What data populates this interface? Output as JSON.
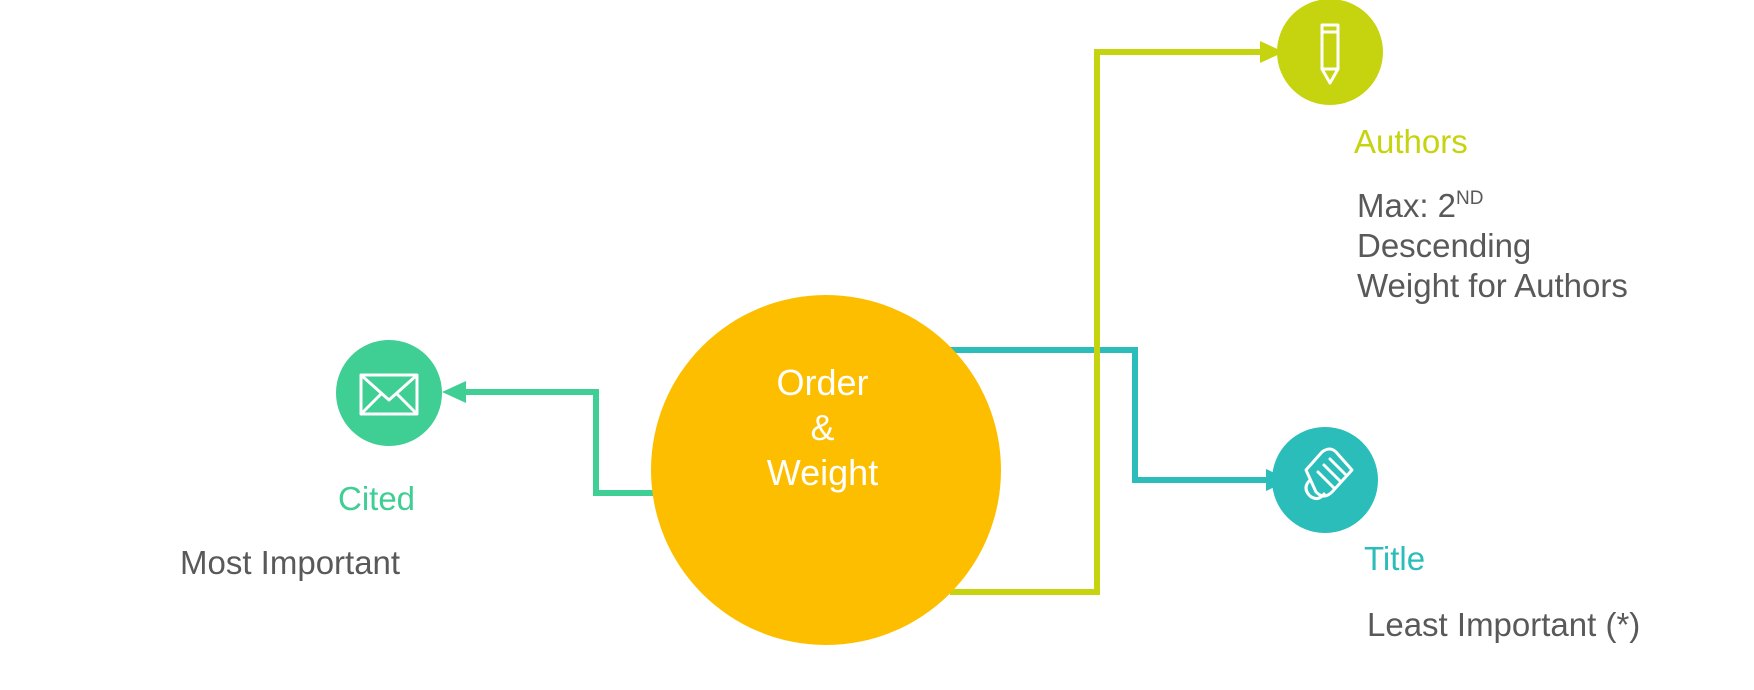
{
  "colors": {
    "center": "#FDBE00",
    "cited": "#3FCE93",
    "authors": "#C6D40F",
    "title": "#2BBDBA",
    "text": "#595959"
  },
  "center": {
    "line1": "Order",
    "line2": "&",
    "line3": "Weight"
  },
  "nodes": {
    "cited": {
      "icon": "envelope-icon",
      "heading": "Cited",
      "description": "Most Important"
    },
    "authors": {
      "icon": "pencil-icon",
      "heading": "Authors",
      "desc_line1_prefix": "Max: 2",
      "desc_line1_sup": "ND",
      "desc_line2": "Descending",
      "desc_line3": "Weight for Authors"
    },
    "title": {
      "icon": "scroll-icon",
      "heading": "Title",
      "description": "Least Important (*)"
    }
  }
}
